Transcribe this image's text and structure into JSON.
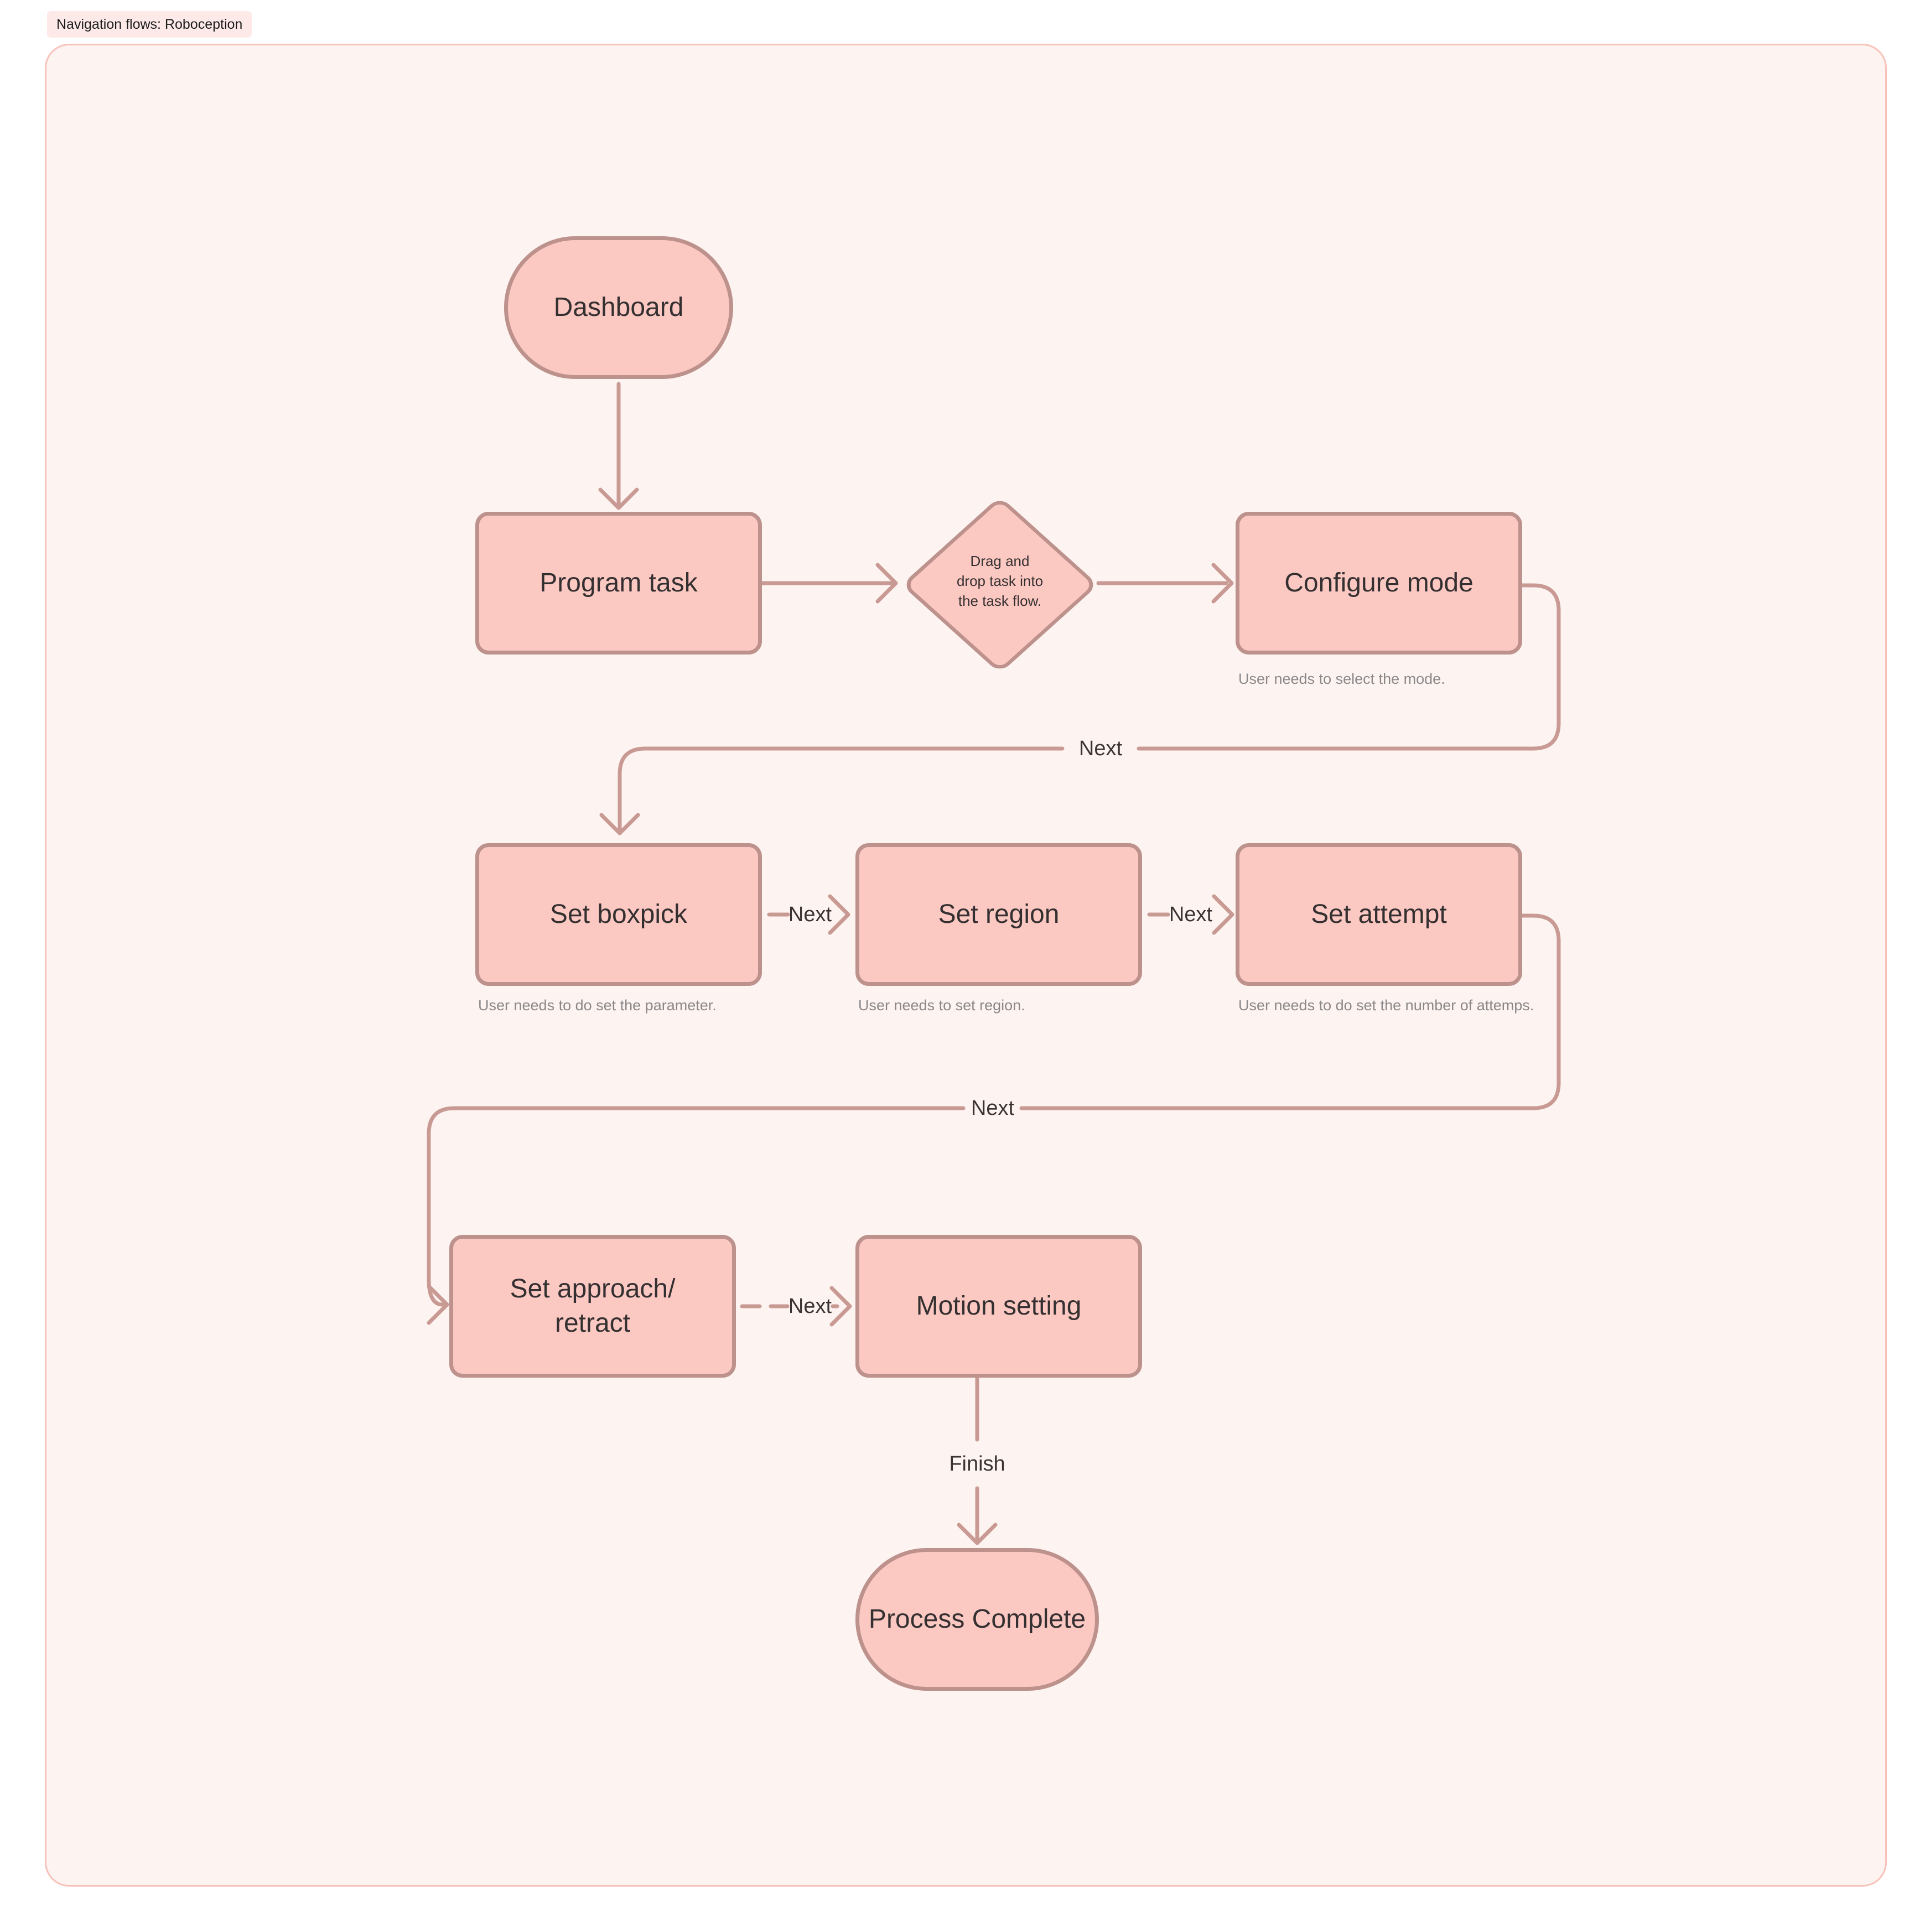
{
  "page": {
    "title_chip": "Navigation flows: Roboception"
  },
  "colors": {
    "page_bg": "#ffffff",
    "canvas_bg": "#fdf3f1",
    "canvas_border": "#f7c2ba",
    "chip_bg": "#fdeae8",
    "node_fill": "#fcc8c2",
    "node_border": "#bd918c",
    "connector": "#c99a93",
    "node_text": "#343031",
    "caption_text": "#8b8889",
    "edge_label_text": "#393433"
  },
  "diagram": {
    "nodes": {
      "dashboard": {
        "label": "Dashboard",
        "type": "terminator"
      },
      "program_task": {
        "label": "Program task",
        "type": "process"
      },
      "drag_drop_decision": {
        "type": "decision",
        "lines": [
          "Drag and",
          "drop task into",
          "the task flow."
        ]
      },
      "configure_mode": {
        "label": "Configure mode",
        "type": "process",
        "caption": "User needs to select the mode."
      },
      "set_boxpick": {
        "label": "Set boxpick",
        "type": "process",
        "caption": "User needs to do set the parameter."
      },
      "set_region": {
        "label": "Set region",
        "type": "process",
        "caption": "User needs to set region."
      },
      "set_attempt": {
        "label": "Set attempt",
        "type": "process",
        "caption": "User needs to do set the number of attemps."
      },
      "set_approach_retract": {
        "label_line1": "Set approach/",
        "label_line2": "retract",
        "type": "process"
      },
      "motion_setting": {
        "label": "Motion setting",
        "type": "process"
      },
      "process_complete": {
        "label": "Process Complete",
        "type": "terminator"
      }
    },
    "edge_labels": {
      "configure_to_boxpick": "Next",
      "boxpick_to_region": "Next",
      "region_to_attempt": "Next",
      "attempt_to_approach": "Next",
      "approach_to_motion": "Next",
      "motion_to_complete": "Finish"
    }
  }
}
